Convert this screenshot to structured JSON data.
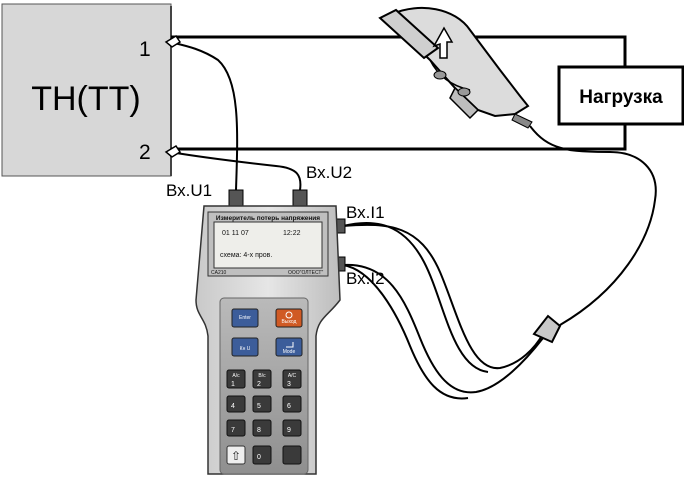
{
  "transformer": {
    "label": "ТН(ТТ)",
    "terminal_1": "1",
    "terminal_2": "2"
  },
  "load": {
    "label": "Нагрузка"
  },
  "inputs": {
    "u1": "Вх.U1",
    "u2": "Вх.U2",
    "i1": "Вх.I1",
    "i2": "Вх.I2"
  },
  "device": {
    "screen_title": "Измеритель потерь напряжения",
    "date": "01 11 07",
    "time": "12:22",
    "scheme": "схема:  4-х пров.",
    "model": "CA210",
    "maker": "ООО\"ОЛТЕСТ\"",
    "keys": {
      "enter": "Enter",
      "output": "Выход",
      "kn": "Кн U",
      "mode": "Mode",
      "k1_top": "A/c",
      "k1": "1",
      "k2_top": "B/c",
      "k2": "2",
      "k3_top": "A/C",
      "k3": "3",
      "k4": "4",
      "k5": "5",
      "k6": "6",
      "k7": "7",
      "k8": "8",
      "k9": "9",
      "k0": "0",
      "shift": "⇧"
    }
  },
  "colors": {
    "wire": "#000000",
    "transformer_fill": "#d7d7d7",
    "device_body": "#d9d9d9",
    "keypad_bg": "#a8a8a8",
    "key_dark": "#3a3a3a",
    "key_blue": "#3c5d9a",
    "key_orange": "#d05a24"
  }
}
